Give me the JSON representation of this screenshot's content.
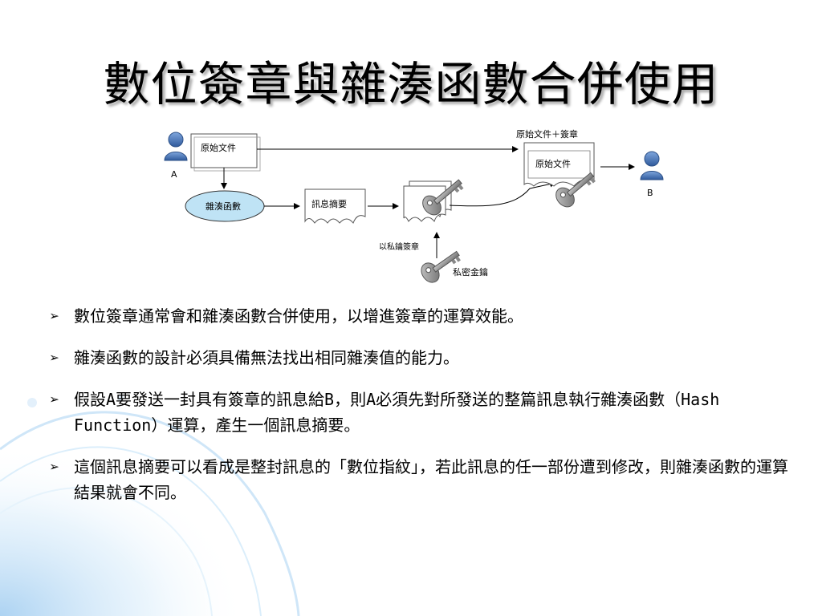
{
  "slide": {
    "title": "數位簽章與雜湊函數合併使用"
  },
  "diagram": {
    "person_a_label": "A",
    "person_b_label": "B",
    "original_doc": "原始文件",
    "hash_function": "雜湊函數",
    "message_digest": "訊息摘要",
    "signed_output_label": "原始文件＋簽章",
    "signed_doc_inner": "原始文件",
    "sign_with_private_key": "以私鑰簽章",
    "private_key": "私密金鑰",
    "colors": {
      "person": "#4a76b8",
      "hash_ellipse_fill": "#bfe3f5",
      "key": "#9a9a9a",
      "line": "#000000"
    }
  },
  "bullets": [
    {
      "marker": "➢",
      "text": "數位簽章通常會和雜湊函數合併使用，以增進簽章的運算效能。"
    },
    {
      "marker": "➢",
      "text": "雜湊函數的設計必須具備無法找出相同雜湊值的能力。"
    },
    {
      "marker": "➢",
      "text": "假設A要發送一封具有簽章的訊息給B，則A必須先對所發送的整篇訊息執行雜湊函數（Hash Function）運算，產生一個訊息摘要。"
    },
    {
      "marker": "➢",
      "text": "這個訊息摘要可以看成是整封訊息的「數位指紋」，若此訊息的任一部份遭到修改，則雜湊函數的運算結果就會不同。"
    }
  ]
}
